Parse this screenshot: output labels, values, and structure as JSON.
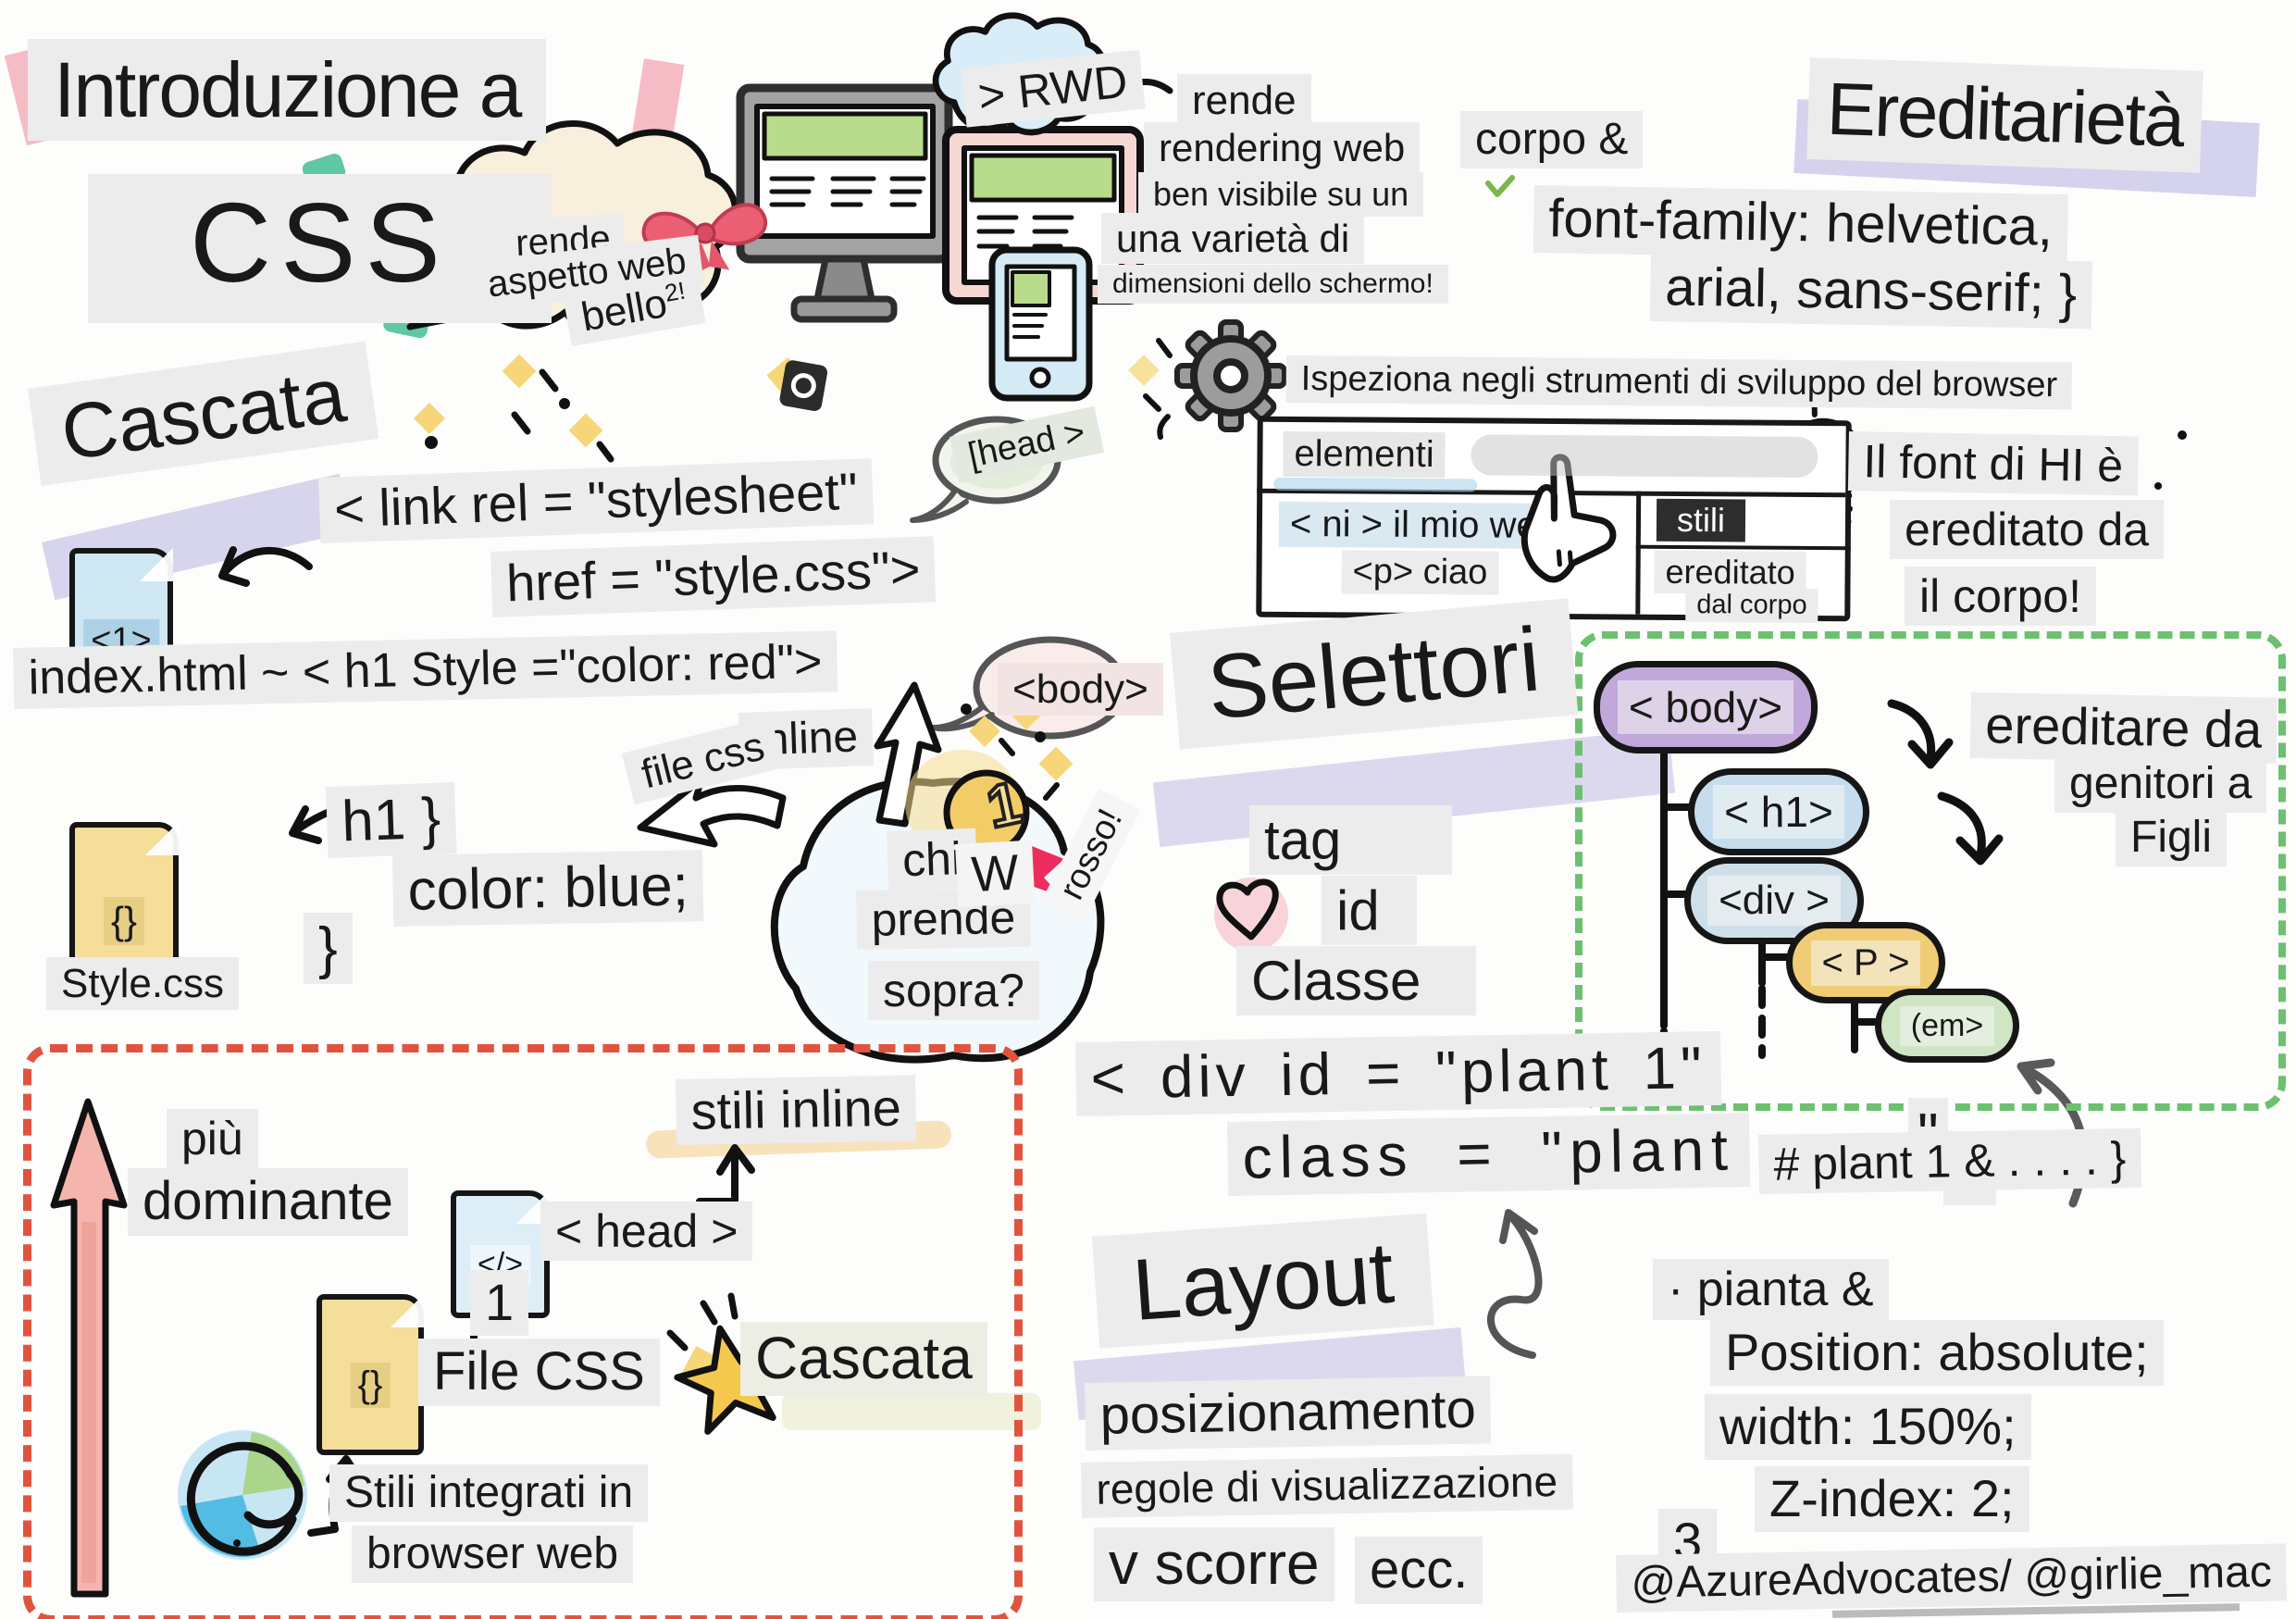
{
  "page": {
    "credit": "@AzureAdvocates/ @girlie_mac"
  },
  "header": {
    "title_line1": "Introduzione a",
    "title_line2": "CSS"
  },
  "intro_cloud": {
    "line1": "rende",
    "line2": "aspetto web",
    "line3": "bello",
    "line3_sup": "2!"
  },
  "rwd": {
    "label": "> RWD",
    "notes": [
      "rende",
      "rendering web",
      "ben visibile su un",
      "una varietà di",
      "dimensioni dello schermo!"
    ]
  },
  "inheritance": {
    "title": "Ereditarietà",
    "body_note": "corpo &",
    "code_line1": "font-family: helvetica,",
    "code_line2": "arial, sans-serif; }",
    "inspect_note": "Ispeziona negli strumenti di sviluppo del browser",
    "devtools": {
      "tab_elements": "elementi",
      "dom_line1": "< ni > il mio web",
      "dom_line2": "<p> ciao",
      "tab_styles": "stili",
      "inherited_line1": "ereditato",
      "inherited_line2": "dal corpo"
    },
    "tip_line1": "Il font di HI è",
    "tip_line2": "ereditato da",
    "tip_line3": "il corpo!",
    "tree": {
      "nodes": [
        "< body>",
        "< h1>",
        "<div >",
        "< P >",
        "(em>"
      ],
      "note_line1": "ereditare da",
      "note_line2": "genitori a",
      "note_line3": "Figli"
    }
  },
  "cascade": {
    "title": "Cascata",
    "html_file_label": "<1>",
    "link_line1": "< link rel = \"stylesheet\"",
    "link_line2": "href = \"style.css\">",
    "head_bubble": "[head >",
    "body_bubble": "<body>",
    "index_line": "index.html ~ < h1 Style =\"color: red\">",
    "inline_label": "inline",
    "file_css_label": "file css",
    "css_file_glyph": "{}",
    "css_file_name": "Style.css",
    "rule_line1": "h1 }",
    "rule_line2": "color: blue;",
    "rule_line3": "}",
    "bubble_line1": "chi",
    "bubble_line2": "prende",
    "bubble_line3": "sopra?",
    "medal_number": "1",
    "medal_w": "W",
    "medal_note": "rosso!"
  },
  "selectors": {
    "title": "Selettori",
    "kinds": [
      "tag",
      "id",
      "Classe"
    ],
    "code_line1": "< div id = \"plant 1\"",
    "code_line2": "class = \"plant",
    "code_quote": "\"",
    "code_gt": ">",
    "id_rule": "# plant 1 & . . . . }"
  },
  "priority": {
    "label_line1": "più",
    "label_line2": "dominante",
    "inline_styles": "stili inline",
    "head_tag": "< head >",
    "rank": "1",
    "code_file_glyph": "</>",
    "css_file_glyph": "{}",
    "css_file_label": "File CSS",
    "cascade_label": "Cascata",
    "browser_line1": "Stili integrati in",
    "browser_line2": "browser web"
  },
  "layout": {
    "title": "Layout",
    "item1": "posizionamento",
    "item2": "regole di visualizzazione",
    "item3": "v scorre",
    "item4": "ecc.",
    "plant_note": "· pianta &",
    "code_line1": "Position: absolute;",
    "code_line2": "width: 150%;",
    "code_line3": "Z-index: 2;",
    "code_line4": "3"
  },
  "colors": {
    "accent_red_box": "#e0543f",
    "accent_green_box": "#6cc070",
    "highlight_bg": "#ececec",
    "node_body": "#c2a7da",
    "node_h1": "#c6ddee",
    "node_div": "#cfdfe9",
    "node_p": "#f0cd74",
    "node_em": "#cfe5c3",
    "medal_gold": "#f2cc66",
    "ribbon_red": "#ed2d5e",
    "bow_red": "#ec5f72",
    "screen_green": "#b9dc8c"
  }
}
